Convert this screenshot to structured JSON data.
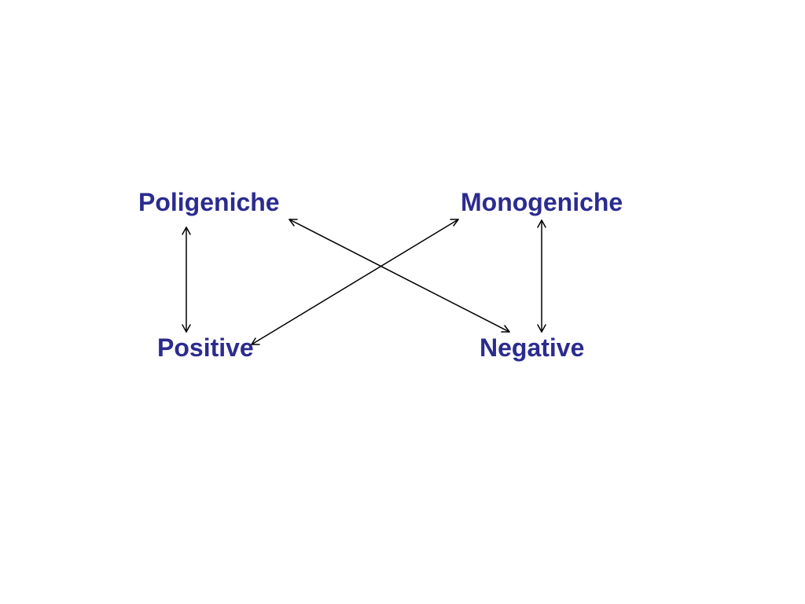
{
  "colors": {
    "label": "#2b2b8f",
    "arrow": "#000000"
  },
  "nodes": {
    "poligeniche": "Poligeniche",
    "monogeniche": "Monogeniche",
    "positive": "Positive",
    "negative": "Negative"
  },
  "arrows": [
    {
      "from": "poligeniche",
      "to": "positive",
      "style": "double-headed"
    },
    {
      "from": "monogeniche",
      "to": "negative",
      "style": "double-headed"
    },
    {
      "from": "poligeniche",
      "to": "negative",
      "style": "double-headed"
    },
    {
      "from": "monogeniche",
      "to": "positive",
      "style": "double-headed"
    }
  ]
}
